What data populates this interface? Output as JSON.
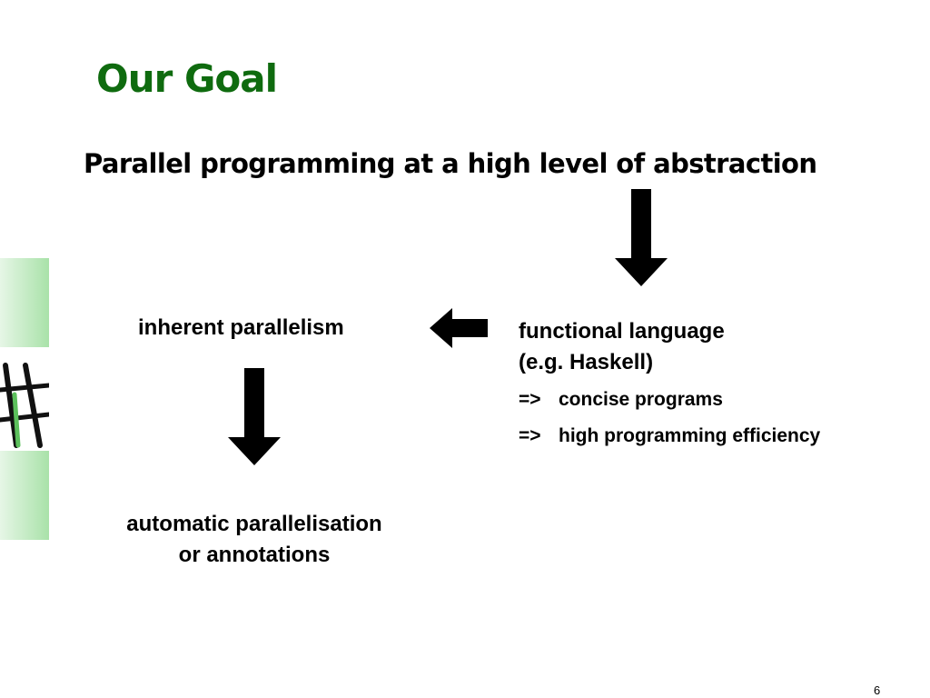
{
  "slide": {
    "title": "Our Goal",
    "subtitle": "Parallel programming at a high level of abstraction",
    "page_number": "6",
    "accent_color": "#0f6b0f"
  },
  "diagram": {
    "nodes": {
      "inherent": "inherent parallelism",
      "functional_line1": "functional language",
      "functional_line2": "(e.g. Haskell)",
      "automatic_line1": "automatic parallelisation",
      "automatic_line2": "or annotations"
    },
    "bullets": [
      {
        "marker": "=>",
        "text": "concise programs"
      },
      {
        "marker": "=>",
        "text": "high programming efficiency"
      }
    ]
  }
}
